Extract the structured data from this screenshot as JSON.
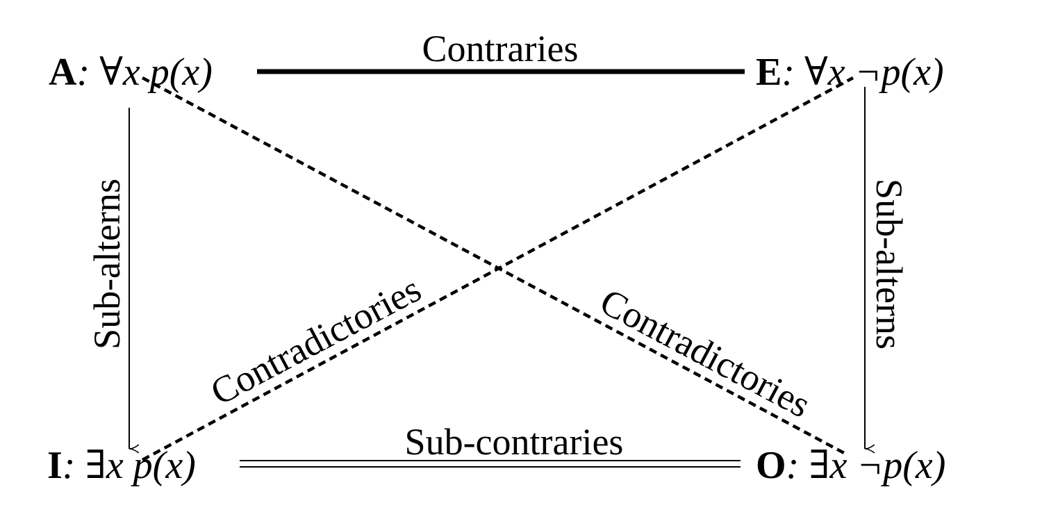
{
  "corners": {
    "A": {
      "letter": "A",
      "formula": ": ∀x p(x)"
    },
    "E": {
      "letter": "E",
      "formula": ": ∀x ¬p(x)"
    },
    "I": {
      "letter": "I",
      "formula": ": ∃x p(x)"
    },
    "O": {
      "letter": "O",
      "formula": ": ∃x ¬p(x)"
    }
  },
  "relations": {
    "contraries": "Contraries",
    "sub_contraries": "Sub-contraries",
    "sub_alterns_left": "Sub-alterns",
    "sub_alterns_right": "Sub-alterns",
    "contradictories_rising": "Contradictories",
    "contradictories_falling": "Contradictories"
  }
}
